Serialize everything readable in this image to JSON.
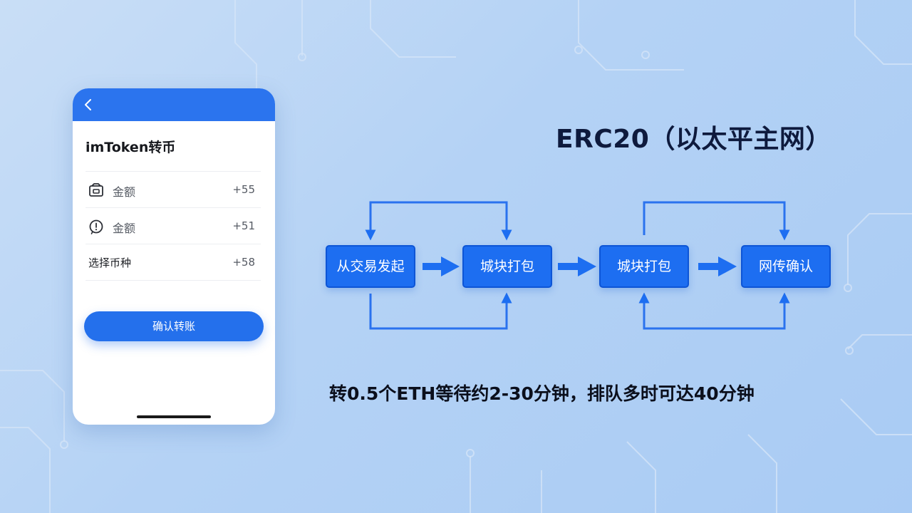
{
  "phone": {
    "title": "imToken转币",
    "rows": [
      {
        "label": "金额",
        "value": "+55",
        "icon": "wallet-icon"
      },
      {
        "label": "金额",
        "value": "+51",
        "icon": "info-circle-icon"
      },
      {
        "label": "选择币种",
        "value": "+58"
      }
    ],
    "confirm_label": "确认转账"
  },
  "diagram": {
    "title": "ERC20（以太平主网）",
    "nodes": [
      "从交易发起",
      "城块打包",
      "城块打包",
      "网传确认"
    ],
    "note": "转0.5个ETH等待约2-30分钟，排队多时可达40分钟"
  },
  "colors": {
    "accent": "#1d6ef1",
    "header": "#2b74ee",
    "background": "#b4d2f5"
  }
}
